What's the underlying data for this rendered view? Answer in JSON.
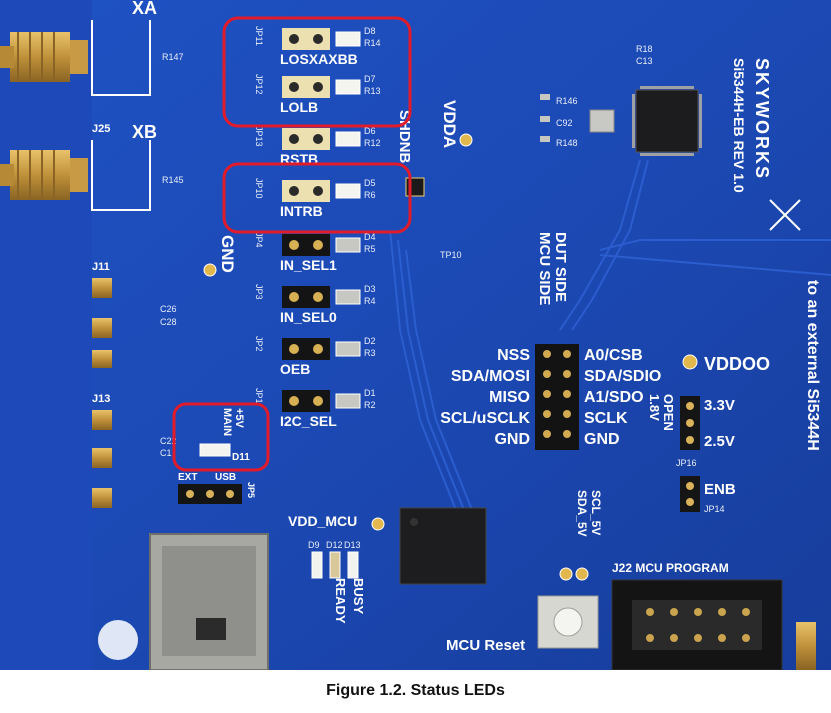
{
  "caption": "Figure 1.2.  Status LEDs",
  "board": {
    "brand": "SKYWORKS",
    "model": "Si5344H-EB REV 1.0",
    "vdda": "VDDA",
    "gnd": "GND",
    "xa": "XA",
    "xb": "XB",
    "j25": "J25",
    "j11": "J11",
    "j13": "J13",
    "shdnb": "SHDNB",
    "vddoo": "VDDOO",
    "vdd_mcu": "VDD_MCU",
    "mcu_reset": "MCU Reset",
    "j22": "J22 MCU PROGRAM",
    "enb": "ENB",
    "v33": "3.3V",
    "v25": "2.5V",
    "open": "OPEN",
    "v18": "1.8V",
    "jp16": "JP16",
    "jp14": "JP14",
    "dut_side": "DUT SIDE",
    "mcu_side": "MCU SIDE",
    "right_edge": "to an external Si5344H",
    "scl_5v": "SCL_5V",
    "sda_5v": "SDA_5V",
    "ext": "EXT",
    "usb": "USB",
    "jp5": "JP5",
    "plus5v": "+5V",
    "main": "MAIN",
    "d11": "D11",
    "ready": "READY",
    "busy": "BUSY",
    "d_leds": [
      "D9",
      "D12",
      "D13"
    ]
  },
  "led_rows": [
    {
      "label": "LOSXAXBB",
      "jp": "JP11",
      "d": "D8",
      "r": "R14",
      "led_lit": true
    },
    {
      "label": "LOLB",
      "jp": "JP12",
      "d": "D7",
      "r": "R13",
      "led_lit": true
    },
    {
      "label": "RSTB",
      "jp": "JP13",
      "d": "D6",
      "r": "R12",
      "led_lit": true
    },
    {
      "label": "INTRB",
      "jp": "JP10",
      "d": "D5",
      "r": "R6",
      "led_lit": true
    },
    {
      "label": "IN_SEL1",
      "jp": "JP4",
      "d": "D4",
      "r": "R5",
      "led_lit": false
    },
    {
      "label": "IN_SEL0",
      "jp": "JP3",
      "d": "D3",
      "r": "R4",
      "led_lit": false
    },
    {
      "label": "OEB",
      "jp": "JP2",
      "d": "D2",
      "r": "R3",
      "led_lit": false
    },
    {
      "label": "I2C_SEL",
      "jp": "JP1",
      "d": "D1",
      "r": "R2",
      "led_lit": false
    }
  ],
  "spi_left": [
    "NSS",
    "SDA/MOSI",
    "MISO",
    "SCL/uSCLK",
    "GND"
  ],
  "spi_right": [
    "A0/CSB",
    "SDA/SDIO",
    "A1/SDO",
    "SCLK",
    "GND"
  ]
}
